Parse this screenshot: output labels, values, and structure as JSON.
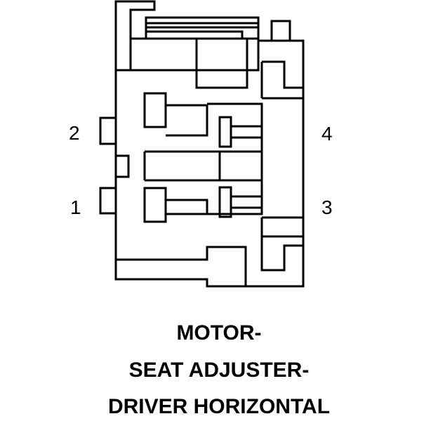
{
  "pins": {
    "pin_1": "1",
    "pin_2": "2",
    "pin_3": "3",
    "pin_4": "4"
  },
  "caption": {
    "line_1": "MOTOR-",
    "line_2": "SEAT ADJUSTER-",
    "line_3": "DRIVER HORIZONTAL"
  },
  "colors": {
    "stroke": "#000000",
    "background": "#ffffff"
  }
}
